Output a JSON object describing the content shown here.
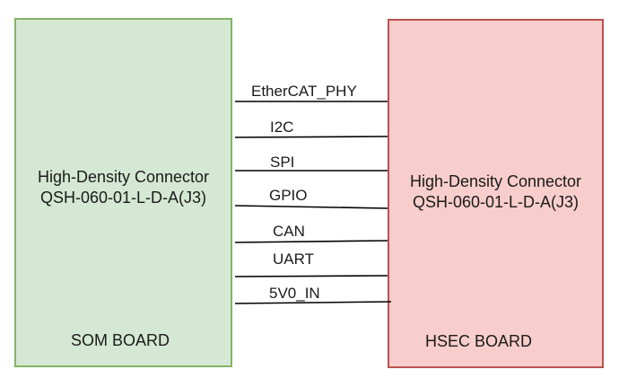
{
  "left_board": {
    "connector_line1": "High-Density Connector",
    "connector_line2": "QSH-060-01-L-D-A(J3)",
    "name": "SOM BOARD"
  },
  "right_board": {
    "connector_line1": "High-Density Connector",
    "connector_line2": "QSH-060-01-L-D-A(J3)",
    "name": "HSEC BOARD"
  },
  "signals": [
    "EtherCAT_PHY",
    "I2C",
    "SPI",
    "GPIO",
    "CAN",
    "UART",
    "5V0_IN"
  ],
  "colors": {
    "left_fill": "#d5e8d4",
    "left_stroke": "#82b366",
    "right_fill": "#f8cecc",
    "right_stroke": "#b85450",
    "line": "#000000"
  }
}
